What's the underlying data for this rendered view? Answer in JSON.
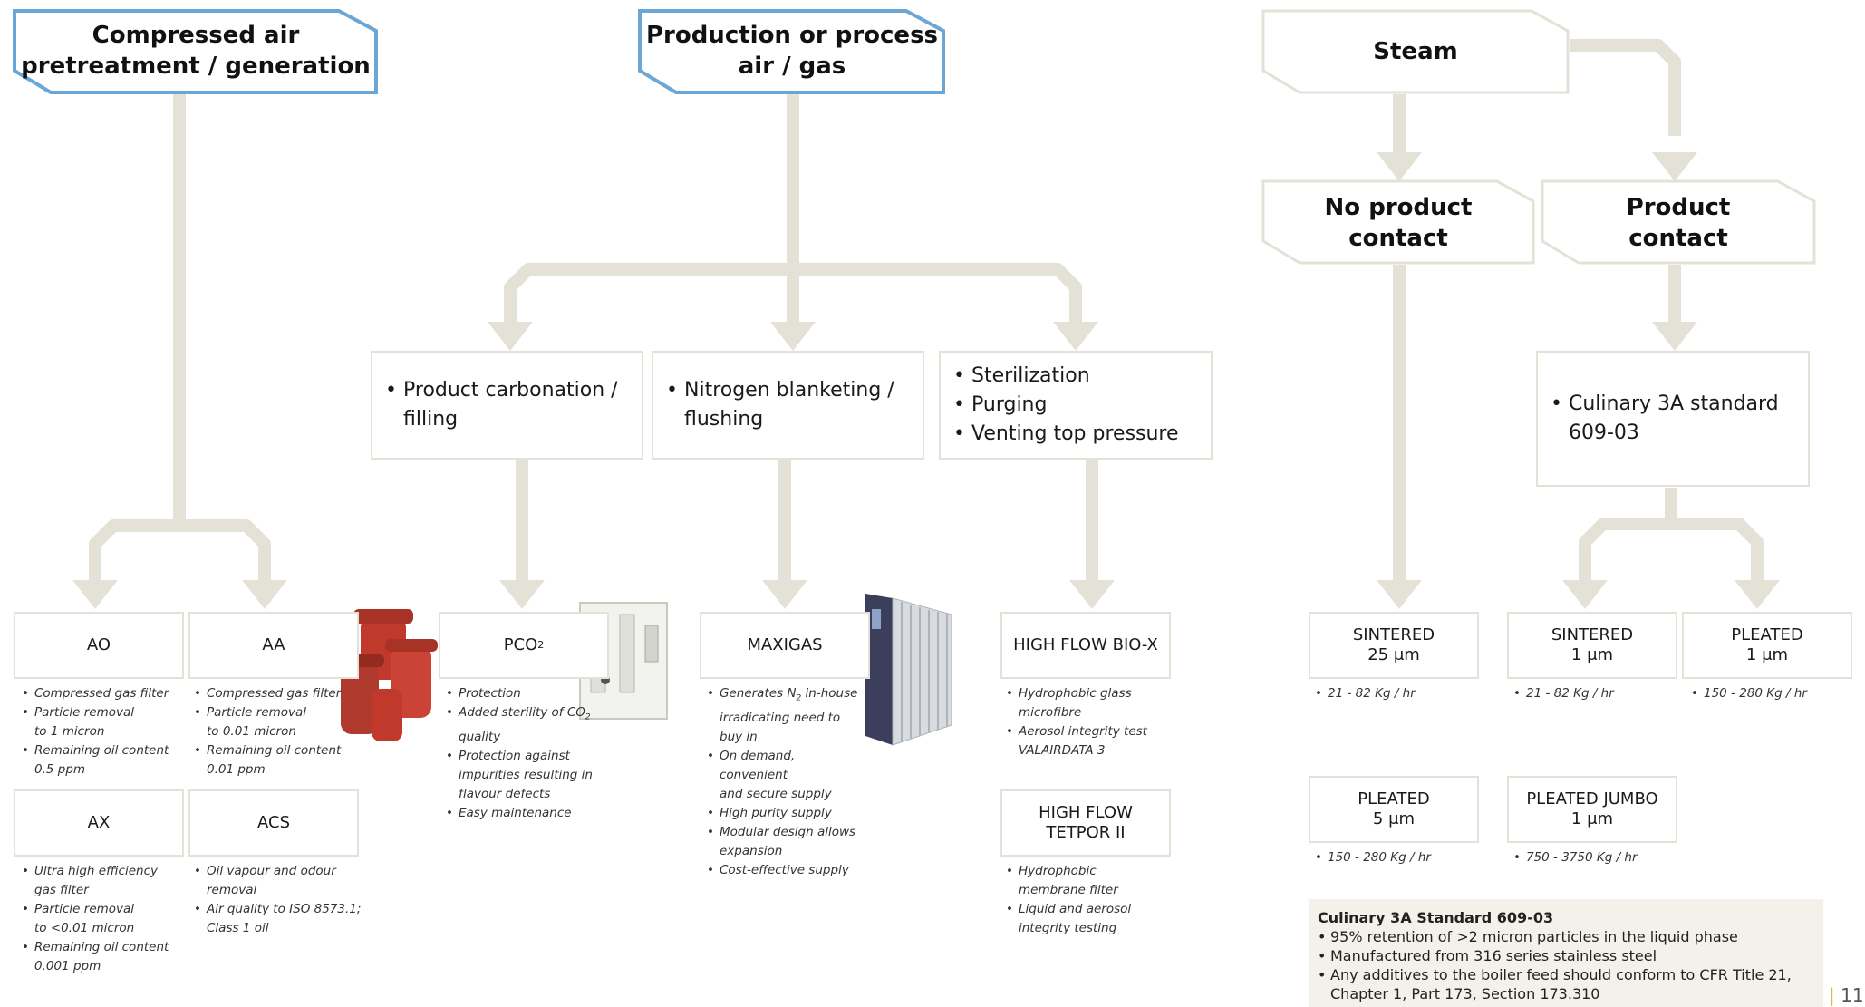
{
  "headers": {
    "compressed_air": {
      "line1": "Compressed air",
      "line2": "pretreatment / generation"
    },
    "production": {
      "line1": "Production or process",
      "line2": "air / gas"
    },
    "steam": {
      "line1": "Steam"
    },
    "no_product": {
      "line1": "No product",
      "line2": "contact"
    },
    "product_contact": {
      "line1": "Product",
      "line2": "contact"
    }
  },
  "applications": {
    "carbonation": [
      "Product carbonation /",
      "filling"
    ],
    "nitrogen": [
      "Nitrogen blanketing /",
      "flushing"
    ],
    "sterilization": [
      "Sterilization",
      "Purging",
      "Venting top pressure"
    ],
    "culinary": [
      "Culinary 3A standard",
      "609-03"
    ]
  },
  "filters": {
    "ao": {
      "name": "AO",
      "desc": [
        "Compressed gas filter",
        "Particle removal",
        "to 1 micron",
        "Remaining oil content",
        "0.5 ppm"
      ]
    },
    "aa": {
      "name": "AA",
      "desc": [
        "Compressed gas filter",
        "Particle removal",
        "to 0.01 micron",
        "Remaining oil content",
        "0.01 ppm"
      ]
    },
    "ax": {
      "name": "AX",
      "desc": [
        "Ultra high efficiency",
        "gas filter",
        "Particle removal",
        "to <0.01 micron",
        "Remaining oil content",
        "0.001 ppm"
      ]
    },
    "acs": {
      "name": "ACS",
      "desc": [
        "Oil vapour and odour",
        "removal",
        "Air quality to ISO 8573.1;",
        "Class 1 oil"
      ]
    },
    "pco2": {
      "name": "PCO",
      "name_sub": "2",
      "desc": [
        "Protection",
        "Added sterility of CO",
        "quality",
        "Protection against",
        "impurities resulting in",
        "flavour defects",
        "Easy maintenance"
      ],
      "desc_sub": "2"
    },
    "maxigas": {
      "name": "MAXIGAS",
      "desc": [
        "Generates N",
        "in-house",
        "irradicating need to",
        "buy in",
        "On demand, convenient",
        "and secure supply",
        "High purity supply",
        "Modular design allows",
        "expansion",
        "Cost-effective supply"
      ],
      "desc_sub": "2"
    },
    "biox": {
      "name": "HIGH FLOW BIO-X",
      "desc": [
        "Hydrophobic glass",
        "microfibre",
        "Aerosol integrity test",
        "VALAIRDATA 3"
      ]
    },
    "tetpor": {
      "name1": "HIGH FLOW",
      "name2": "TETPOR II",
      "desc": [
        "Hydrophobic",
        "membrane filter",
        "Liquid and aerosol",
        "integrity testing"
      ]
    },
    "sintered25": {
      "name1": "SINTERED",
      "name2": "25 μm",
      "desc": "21 - 82 Kg / hr"
    },
    "pleated5": {
      "name1": "PLEATED",
      "name2": "5 μm",
      "desc": "150 - 280 Kg / hr"
    },
    "sintered1": {
      "name1": "SINTERED",
      "name2": "1 μm",
      "desc": "21 - 82 Kg / hr"
    },
    "pleated1": {
      "name1": "PLEATED",
      "name2": "1 μm",
      "desc": "150 - 280 Kg / hr"
    },
    "jumbo": {
      "name1": "PLEATED JUMBO",
      "name2": "1 μm",
      "desc": "750 - 3750 Kg / hr"
    }
  },
  "note": {
    "title": "Culinary 3A Standard 609-03",
    "items": [
      "95% retention of >2 micron particles in the liquid phase",
      "Manufactured from 316 series stainless steel",
      "Any additives to the boiler feed should conform to CFR Title 21,",
      "Chapter 1, Part 173, Section 173.310"
    ]
  },
  "page_number": "11",
  "colors": {
    "connector": "#e4e1d7",
    "header_blue": "#6aa6d6",
    "header_grey": "#e4e1d7"
  }
}
